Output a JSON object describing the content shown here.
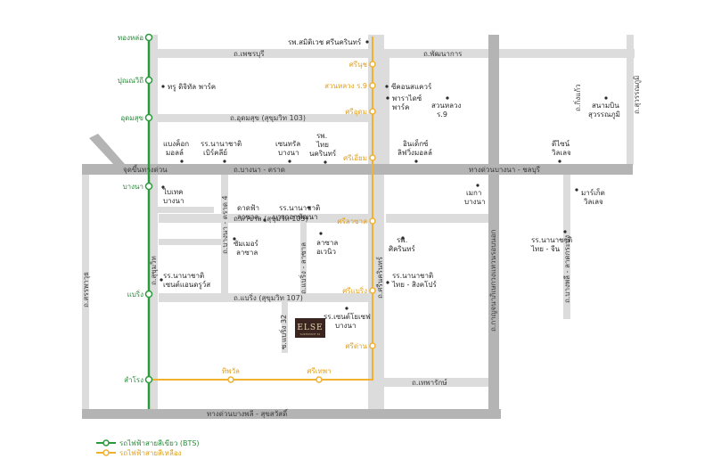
{
  "colors": {
    "minor_road": "#dcdcdc",
    "major_road": "#b4b4b4",
    "bts_green": "#2a9a3a",
    "bts_yellow": "#f0b030",
    "project": "#3a2520"
  },
  "project": {
    "name": "ELSE",
    "sub": "SUKHUMVIT 32"
  },
  "roads": {
    "petchaburi": "ถ.เพชรบุรี",
    "phatthanakan": "ถ.พัฒนาการ",
    "udomsuk": "ถ.อุดมสุข (สุขุมวิท 103)",
    "bangna_trat": "ถ.บางนา - ตราด",
    "bangna_chonburi": "ทางด่วนบางนา - ชลบุรี",
    "lasalle": "ถ.ลาซาล (สุขุมวิท 105)",
    "bearing": "ถ.แบริ่ง (สุขุมวิท 107)",
    "theparak": "ถ.เทพารักษ์",
    "bangphli_expressway": "ทางด่วนบางพลี - สุขสวัสดิ์",
    "bangna_trat_4": "ถ.บางนา - ตราด 4",
    "bearing_32": "ซ.แบริ่ง 32",
    "bearing_la": "ถ.แบริ่ง - ลาซาล",
    "sukhumvit": "ถ.สุขุมวิท",
    "srinakarin": "ถ.ศรีนครินทร์",
    "kanchanaphisek": "ถ.กาญจนาภิเษกวงแหวนรอบนอก",
    "kingkaew": "ถ.กิ่งแก้ว",
    "suvarnabhumi": "ถ.สุวรรณภูมิ",
    "bangphli_latkrabang": "ถ.บางพลี - ลาดกระบัง",
    "samrong": "ถ.สรรพาวุธ",
    "junction_bangna": "จุดขึ้นทางด่วน"
  },
  "green_stations": [
    "ทองหล่อ",
    "ปุณณวิถี",
    "อุดมสุข",
    "บางนา",
    "แบริ่ง",
    "สำโรง"
  ],
  "yellow_stations": [
    "ศรีนุช",
    "สวนหลวง ร.9",
    "ศรีอุดม",
    "ศรีเอี่ยม",
    "ศรีลาซาล",
    "ศรีแบริ่ง",
    "ศรีด่าน",
    "ทิพวัล",
    "ศรีเทพา"
  ],
  "places": {
    "samitivej": "รพ.สมิติเวช ศรีนครินทร์",
    "true_digital": "ทรู ดิจิทัล พาร์ค",
    "seacon": "ซีคอนสแควร์",
    "paradise": "พาราไดซ์",
    "paradise2": "พาร์ค",
    "suanluang": "สวนหลวง",
    "suanluang2": "ร.9",
    "suanluang_kingkaew": "สนามบิน",
    "suanluang_kingkaew2": "สุวรรณภูมิ",
    "bangkok_mall": "แบงค็อก",
    "bangkok_mall2": "มอลล์",
    "inter_school": "รร.นานาชาติ",
    "inter_school2": "เบิร์คลีย์",
    "central": "เซนทรัล",
    "central2": "บางนา",
    "thainakarin": "รพ.",
    "thainakarin2": "ไทย",
    "thainakarin3": "นครินทร์",
    "index": "อินเด็กซ์",
    "index2": "ลิฟวิ่งมอลล์",
    "idea": "ดีไซน์",
    "idea2": "วิลเลจ",
    "biotech": "ไบเทค",
    "biotech2": "บางนา",
    "dao": "ดาดฟ้า",
    "dao2": "ลาซาล",
    "bangkok_patana": "รร.นานาชาติ",
    "bangkok_patana2": "บางกอกพัฒนา",
    "mega": "เมกา",
    "mega2": "บางนา",
    "market": "มาร์เก็ต",
    "market2": "วิลเลจ",
    "summer": "ซัมเมอร์",
    "summer2": "ลาซาล",
    "lasalle_avenue": "ลาซาล",
    "lasalle_avenue2": "อเวนิว",
    "sikarin": "รพ.",
    "sikarin2": "ศิครินทร์",
    "thai_chinese": "รร.นานาชาติ",
    "thai_chinese2": "ไทย - จีน",
    "st_andrews": "รร.นานาชาติ",
    "st_andrews2": "เซนต์แอนดรูว์ส",
    "thai_singapore": "รร.นานาชาติ",
    "thai_singapore2": "ไทย - สิงคโปร์",
    "st_joseph": "รร.เซนต์โยเซฟ",
    "st_joseph2": "บางนา"
  },
  "legend": {
    "green": "รถไฟฟ้าสายสีเขียว (BTS)",
    "yellow": "รถไฟฟ้าสายสีเหลือง"
  }
}
